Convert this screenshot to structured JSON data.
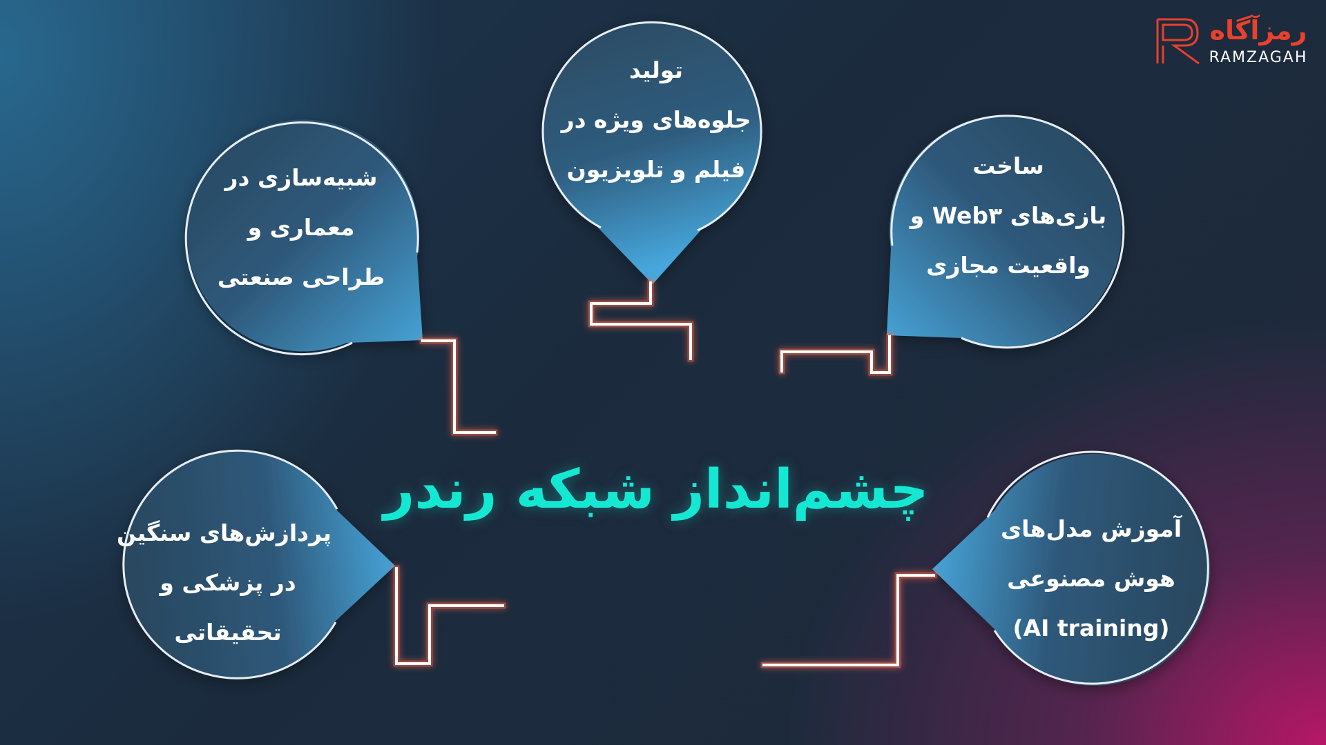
{
  "title": "چشم‌انداز شبکه رندر",
  "logo": {
    "text_fa": "رمزآگاه",
    "text_en": "RAMZAGAH"
  },
  "nodes": [
    {
      "id": "vfx",
      "lines": [
        "تولید",
        "جلوه‌های ویژه در",
        "فیلم و تلویزیون"
      ]
    },
    {
      "id": "architecture",
      "lines": [
        "شبیه‌سازی در",
        "معماری و",
        "طراحی صنعتی"
      ]
    },
    {
      "id": "games",
      "lines": [
        "ساخت",
        "بازی‌های Web۳ و",
        "واقعیت مجازی"
      ]
    },
    {
      "id": "medical",
      "lines": [
        "پردازش‌های سنگین",
        "در پزشکی و",
        "تحقیقاتی"
      ]
    },
    {
      "id": "ai",
      "lines": [
        "آموزش مدل‌های",
        "هوش مصنوعی",
        "(AI training)"
      ]
    }
  ],
  "colors": {
    "title": "#15e8d2",
    "connector": "#ffffff",
    "connector_glow": "#ff5a3c",
    "bubble_light": "#4a9fd0",
    "bubble_dark": "#2a4a63",
    "logo_accent": "#e8412c"
  }
}
